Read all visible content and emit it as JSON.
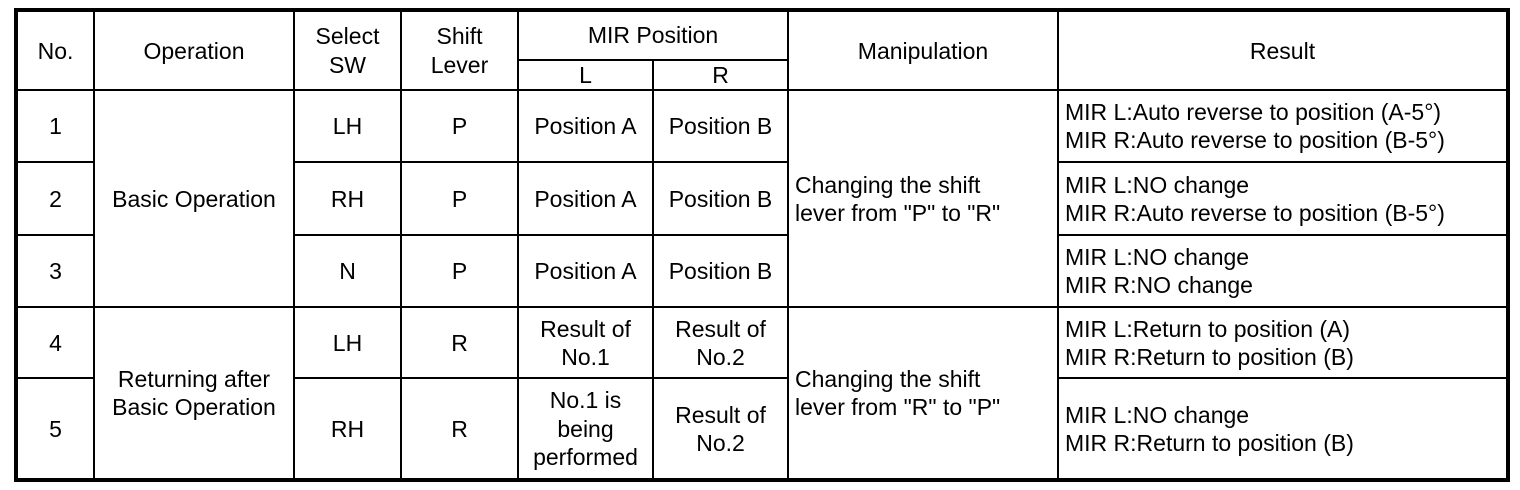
{
  "table": {
    "headers": {
      "no": "No.",
      "operation": "Operation",
      "select_sw": "Select\nSW",
      "shift_lever": "Shift\nLever",
      "mir_position": "MIR Position",
      "mir_l": "L",
      "mir_r": "R",
      "manipulation": "Manipulation",
      "result": "Result"
    },
    "groups": [
      {
        "operation": "Basic Operation",
        "manipulation": "Changing the shift\nlever from \"P\" to \"R\"",
        "rows": [
          {
            "no": "1",
            "select_sw": "LH",
            "shift_lever": "P",
            "mir_l": "Position A",
            "mir_r": "Position B",
            "result": "MIR L:Auto reverse to position (A-5°)\nMIR R:Auto reverse to position (B-5°)"
          },
          {
            "no": "2",
            "select_sw": "RH",
            "shift_lever": "P",
            "mir_l": "Position A",
            "mir_r": "Position B",
            "result": "MIR L:NO change\nMIR R:Auto reverse to position (B-5°)"
          },
          {
            "no": "3",
            "select_sw": "N",
            "shift_lever": "P",
            "mir_l": "Position A",
            "mir_r": "Position B",
            "result": "MIR L:NO change\nMIR R:NO change"
          }
        ]
      },
      {
        "operation": "Returning after\nBasic Operation",
        "manipulation": "Changing the shift\nlever from \"R\" to \"P\"",
        "rows": [
          {
            "no": "4",
            "select_sw": "LH",
            "shift_lever": "R",
            "mir_l": "Result of\nNo.1",
            "mir_r": "Result of\nNo.2",
            "result": "MIR L:Return to position (A)\nMIR R:Return to position (B)"
          },
          {
            "no": "5",
            "select_sw": "RH",
            "shift_lever": "R",
            "mir_l": "No.1 is\nbeing\nperformed",
            "mir_r": "Result of\nNo.2",
            "result": "MIR L:NO change\nMIR R:Return to position (B)"
          }
        ]
      }
    ]
  }
}
